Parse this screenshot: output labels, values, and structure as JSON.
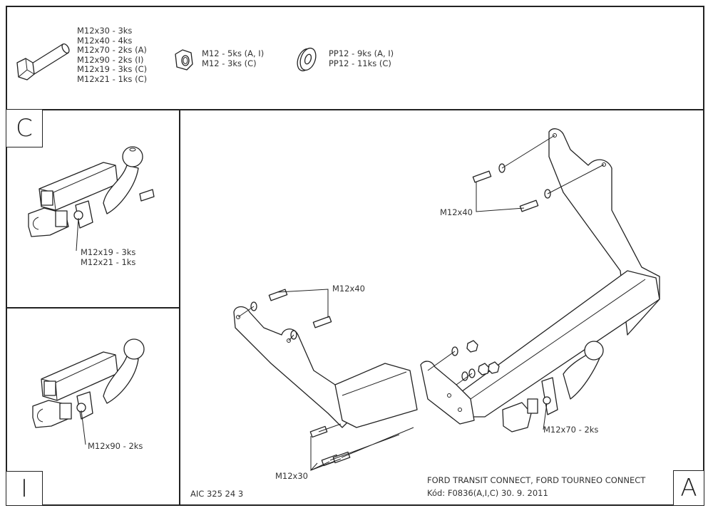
{
  "parts_header": {
    "bolt": {
      "icon": "bolt-icon",
      "lines": [
        "M12x30 - 3ks",
        "M12x40 - 4ks",
        "M12x70 - 2ks (A)",
        "M12x90 - 2ks (I)",
        "M12x19 - 3ks (C)",
        "M12x21 - 1ks (C)"
      ]
    },
    "nut": {
      "icon": "nut-icon",
      "lines": [
        "M12 - 5ks (A, I)",
        "M12 - 3ks (C)"
      ]
    },
    "washer": {
      "icon": "washer-icon",
      "lines": [
        "PP12 - 9ks (A, I)",
        "PP12 - 11ks (C)"
      ]
    }
  },
  "variant_c": {
    "label": "C",
    "callout": [
      "M12x19 - 3ks",
      "M12x21 - 1ks"
    ]
  },
  "variant_i": {
    "label": "I",
    "callout": [
      "M12x90 - 2ks"
    ]
  },
  "main": {
    "label": "A",
    "callouts": {
      "top_bolts": "M12x40",
      "left_bolts": "M12x40",
      "bottom_bolts": "M12x30",
      "ball_bolts": "M12x70 - 2ks"
    }
  },
  "footer": {
    "code": "AIC 325 24 3",
    "vehicle": "FORD TRANSIT CONNECT, FORD TOURNEO CONNECT",
    "kod": "Kód: F0836(A,I,C)  30. 9. 2011"
  }
}
